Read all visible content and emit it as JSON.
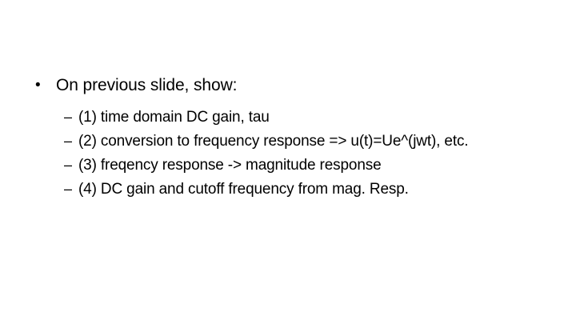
{
  "slide": {
    "background_color": "#ffffff",
    "text_color": "#000000",
    "bullets": [
      {
        "level": 1,
        "marker": "•",
        "marker_icon": "round-bullet-icon",
        "text": "On previous slide, show:"
      },
      {
        "level": 2,
        "marker": "–",
        "marker_icon": "en-dash-bullet-icon",
        "text": "(1) time domain DC gain, tau"
      },
      {
        "level": 2,
        "marker": "–",
        "marker_icon": "en-dash-bullet-icon",
        "text": "(2) conversion to frequency response => u(t)=Ue^(jwt), etc."
      },
      {
        "level": 2,
        "marker": "–",
        "marker_icon": "en-dash-bullet-icon",
        "text": "(3) freqency response -> magnitude response"
      },
      {
        "level": 2,
        "marker": "–",
        "marker_icon": "en-dash-bullet-icon",
        "text": "(4) DC gain and cutoff frequency from mag. Resp."
      }
    ]
  }
}
